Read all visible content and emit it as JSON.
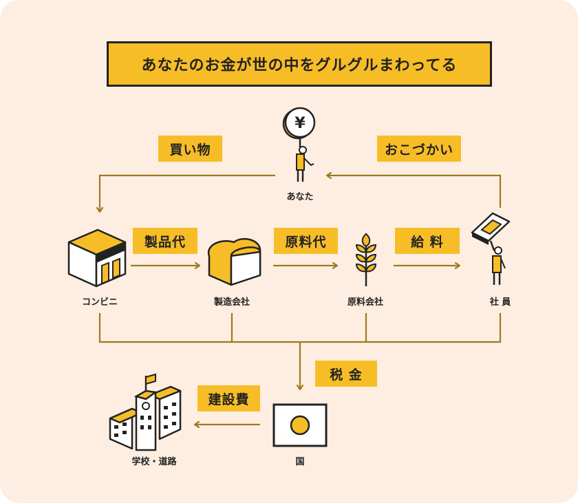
{
  "title": "あなたのお金が世の中をグルグルまわってる",
  "tags": {
    "shopping": "買い物",
    "allowance": "おこづかい",
    "product_cost": "製品代",
    "material_cost": "原料代",
    "salary": "給 料",
    "tax": "税 金",
    "construction": "建設費"
  },
  "nodes": {
    "you": "あなた",
    "store": "コンビニ",
    "manufacturer": "製造会社",
    "material_company": "原料会社",
    "employee": "社 員",
    "country": "国",
    "school_road": "学校・道路"
  },
  "colors": {
    "background": "#fdeee1",
    "accent": "#f7bd27",
    "line": "#9c7a1e",
    "ink": "#222222"
  },
  "icons": [
    "yen-coin-icon",
    "store-icon",
    "bread-icon",
    "wheat-icon",
    "money-bundle-icon",
    "japan-flag-icon",
    "school-building-icon"
  ]
}
